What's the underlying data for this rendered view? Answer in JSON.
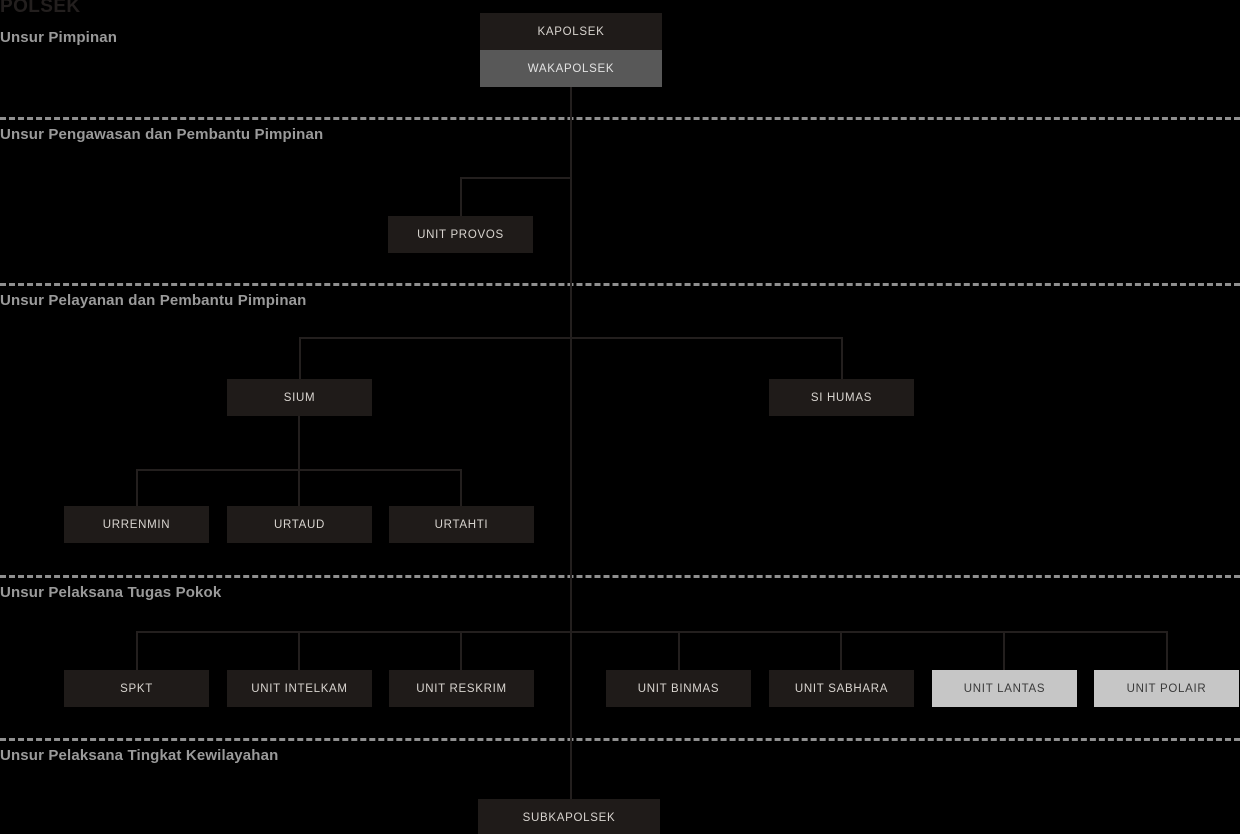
{
  "page": {
    "title": "POLSEK",
    "background": "#000000"
  },
  "colors": {
    "box_dark": "#1f1b19",
    "box_mid": "#585858",
    "box_light": "#c6c6c6",
    "line": "#231f1e",
    "divider": "#8f8f8f",
    "section_label": "#9a9a9a",
    "text_on_dark": "#d8d4cf",
    "text_on_light": "#3a3a3a"
  },
  "sections": [
    {
      "label": "Unsur Pimpinan"
    },
    {
      "label": "Unsur Pengawasan dan Pembantu Pimpinan"
    },
    {
      "label": "Unsur Pelayanan dan Pembantu Pimpinan"
    },
    {
      "label": "Unsur Pelaksana Tugas Pokok"
    },
    {
      "label": "Unsur Pelaksana Tingkat Kewilayahan"
    }
  ],
  "nodes": {
    "kapolsek": "KAPOLSEK",
    "wakapolsek": "WAKAPOLSEK",
    "unit_provos": "UNIT PROVOS",
    "sium": "SIUM",
    "si_humas": "SI HUMAS",
    "urrenmin": "URRENMIN",
    "urtaud": "URTAUD",
    "urtahti": "URTAHTI",
    "spkt": "SPKT",
    "unit_intelkam": "UNIT INTELKAM",
    "unit_reskrim": "UNIT RESKRIM",
    "unit_binmas": "UNIT BINMAS",
    "unit_sabhara": "UNIT SABHARA",
    "unit_lantas": "UNIT LANTAS",
    "unit_polair": "UNIT POLAIR",
    "subkapolsek": "SUBKAPOLSEK"
  },
  "chart_data": {
    "type": "diagram",
    "title": "POLSEK",
    "diagram_kind": "organizational-chart",
    "levels": [
      {
        "section": "Unsur Pimpinan",
        "members": [
          "KAPOLSEK",
          "WAKAPOLSEK"
        ]
      },
      {
        "section": "Unsur Pengawasan dan Pembantu Pimpinan",
        "members": [
          "UNIT PROVOS"
        ]
      },
      {
        "section": "Unsur Pelayanan dan Pembantu Pimpinan",
        "members": [
          "SIUM",
          "SI HUMAS",
          "URRENMIN",
          "URTAUD",
          "URTAHTI"
        ]
      },
      {
        "section": "Unsur Pelaksana Tugas Pokok",
        "members": [
          "SPKT",
          "UNIT INTELKAM",
          "UNIT RESKRIM",
          "UNIT BINMAS",
          "UNIT SABHARA",
          "UNIT LANTAS",
          "UNIT POLAIR"
        ]
      },
      {
        "section": "Unsur Pelaksana Tingkat Kewilayahan",
        "members": [
          "SUBKAPOLSEK"
        ]
      }
    ],
    "edges": [
      {
        "from": "KAPOLSEK",
        "to": "WAKAPOLSEK"
      },
      {
        "from": "WAKAPOLSEK",
        "to": "UNIT PROVOS"
      },
      {
        "from": "WAKAPOLSEK",
        "to": "SIUM"
      },
      {
        "from": "WAKAPOLSEK",
        "to": "SI HUMAS"
      },
      {
        "from": "SIUM",
        "to": "URRENMIN"
      },
      {
        "from": "SIUM",
        "to": "URTAUD"
      },
      {
        "from": "SIUM",
        "to": "URTAHTI"
      },
      {
        "from": "WAKAPOLSEK",
        "to": "SPKT"
      },
      {
        "from": "WAKAPOLSEK",
        "to": "UNIT INTELKAM"
      },
      {
        "from": "WAKAPOLSEK",
        "to": "UNIT RESKRIM"
      },
      {
        "from": "WAKAPOLSEK",
        "to": "UNIT BINMAS"
      },
      {
        "from": "WAKAPOLSEK",
        "to": "UNIT SABHARA"
      },
      {
        "from": "WAKAPOLSEK",
        "to": "UNIT LANTAS"
      },
      {
        "from": "WAKAPOLSEK",
        "to": "UNIT POLAIR"
      },
      {
        "from": "WAKAPOLSEK",
        "to": "SUBKAPOLSEK"
      }
    ],
    "highlighted_nodes": [
      "UNIT LANTAS",
      "UNIT POLAIR"
    ],
    "notes": "UNIT LANTAS and UNIT POLAIR rendered in light grey; WAKAPOLSEK rendered in mid grey; all other boxes dark."
  }
}
